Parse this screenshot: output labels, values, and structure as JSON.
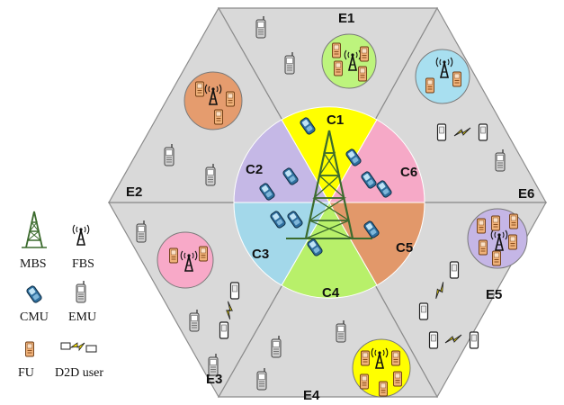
{
  "diagram": {
    "cells": {
      "macro_center": [
        "C1",
        "C2",
        "C3",
        "C4",
        "C5",
        "C6"
      ],
      "edge": [
        "E1",
        "E2",
        "E3",
        "E4",
        "E5",
        "E6"
      ]
    },
    "colors": {
      "hexagon_fill": "#d9d9d9",
      "hexagon_stroke": "#7f7f7f",
      "C1": "#ffff00",
      "C2": "#c5b8e6",
      "C3": "#a3d8ea",
      "C4": "#b8f06a",
      "C5": "#e2986a",
      "C6": "#f6a9c7",
      "femto_green": "#bdf47d",
      "femto_blue": "#a8dff0",
      "femto_orange": "#e59c6e",
      "femto_pink": "#f8a9c8",
      "femto_yellow": "#ffff00",
      "femto_purple": "#c5b6e6",
      "tower": "#3c6b2e",
      "cmu": "#2f6f9e",
      "fu": "#f0b27a"
    },
    "icons": {
      "mbs": "tower-icon",
      "fbs": "antenna-icon",
      "cmu": "mobile-phone-icon",
      "emu": "feature-phone-icon",
      "fu": "fu-handset-icon",
      "d2d": "d2d-link-icon"
    }
  },
  "legend": {
    "mbs": "MBS",
    "fbs": "FBS",
    "cmu": "CMU",
    "emu": "EMU",
    "fu": "FU",
    "d2d": "D2D user"
  }
}
